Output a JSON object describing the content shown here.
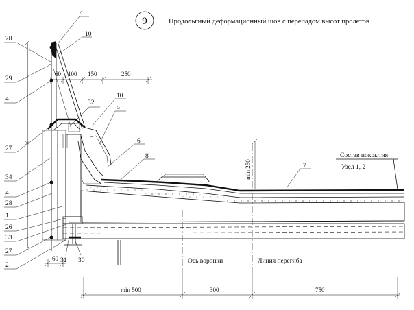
{
  "detail": {
    "number": "9",
    "title": "Продольгный деформационный шов с перепадом высот пролетов"
  },
  "callouts": {
    "left_column": [
      "28",
      "29",
      "4",
      "27",
      "34",
      "4",
      "28",
      "1",
      "26",
      "33",
      "27",
      "2"
    ],
    "top": [
      "4",
      "10"
    ],
    "upper_flashing": [
      "32",
      "10",
      "9",
      "6",
      "8",
      "7"
    ],
    "bottom": [
      "31",
      "30"
    ]
  },
  "dimensions": {
    "top_row": [
      "60",
      "100",
      "150",
      "250"
    ],
    "bottom_left": "60",
    "bottom_row": [
      "min 500",
      "300",
      "750"
    ],
    "slope_height": "min 250"
  },
  "notes": {
    "funnel_axis": "Ось воронки",
    "bend_line": "Линия перегиба",
    "roof_composition": "Состав покрытия",
    "unit_ref": "Узел 1, 2"
  }
}
